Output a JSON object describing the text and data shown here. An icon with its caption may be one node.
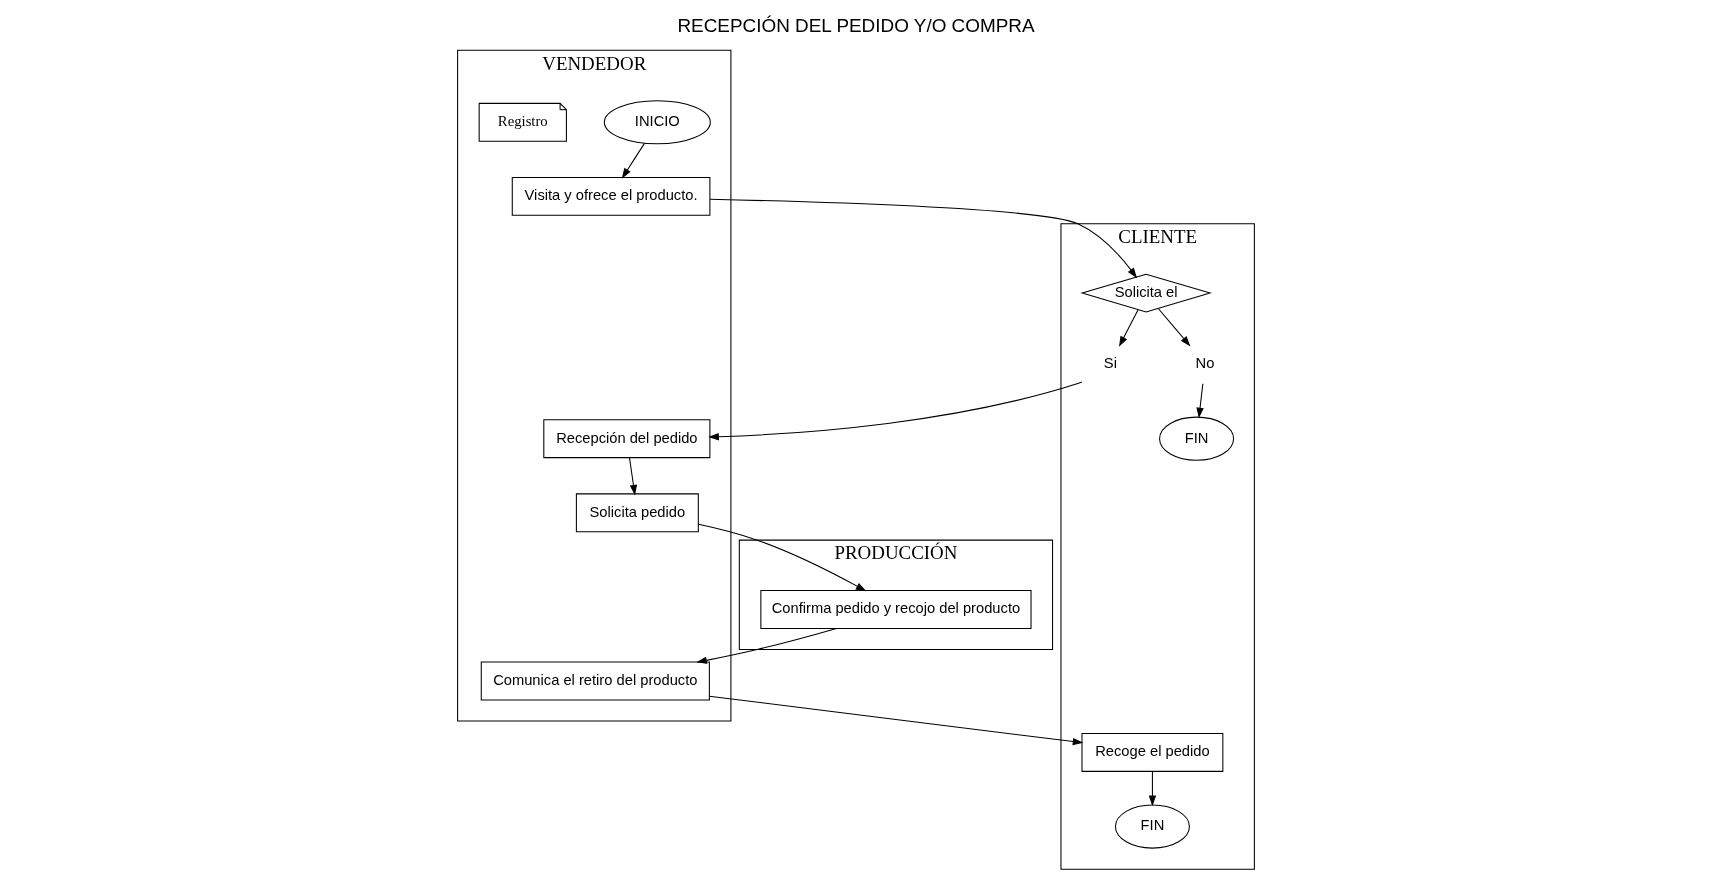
{
  "diagram": {
    "title": "RECEPCIÓN DEL PEDIDO Y/O COMPRA",
    "nodes": [
      {
        "text": [
          "VENDEDOR"
        ]
      },
      {
        "text": [
          "INICIO"
        ],
        "in": 0
      },
      {
        "text": [
          "Visita y ofrece el producto."
        ],
        "in": 0
      },
      {
        "text": [
          "Recepción del pedido"
        ],
        "in": 0
      },
      {
        "text": [
          "Registro"
        ],
        "in": 0
      },
      {
        "text": [
          "Solicita pedido"
        ],
        "in": 0
      },
      {
        "text": [
          "Comunica el retiro del producto"
        ],
        "in": 0
      },
      {
        "text": [
          "CLIENTE"
        ]
      },
      {
        "text": [
          "Solicita el"
        ],
        "in": 7
      },
      {
        "text": [
          "No"
        ],
        "in": 7
      },
      {
        "text": [
          "FIN"
        ],
        "in": 7
      },
      {
        "text": [
          "Si"
        ],
        "in": 7
      },
      {
        "text": [
          "Recoge el pedido"
        ],
        "in": 7
      },
      {
        "text": [
          "FIN"
        ],
        "in": 7
      },
      {
        "text": [
          "PRODUCCIÓN"
        ]
      },
      {
        "text": [
          "Confirma pedido y recojo del producto"
        ],
        "in": 14
      }
    ],
    "edges": [
      {
        "from": 1,
        "to": 2,
        "arrow": "to"
      },
      {
        "from": 2,
        "to": 8,
        "arrow": "to"
      },
      {
        "from": 8,
        "to": 9,
        "arrow": "to"
      },
      {
        "from": 9,
        "to": 10,
        "arrow": "to"
      },
      {
        "from": 8,
        "to": 11,
        "arrow": "to"
      },
      {
        "from": 11,
        "to": 3,
        "arrow": "to"
      },
      {
        "from": 3,
        "to": 5,
        "arrow": "to"
      },
      {
        "from": 5,
        "to": 15,
        "arrow": "to"
      },
      {
        "from": 15,
        "to": 6,
        "arrow": "to"
      },
      {
        "from": 6,
        "to": 12,
        "arrow": "to"
      },
      {
        "from": 12,
        "to": 13,
        "arrow": "to"
      }
    ]
  }
}
